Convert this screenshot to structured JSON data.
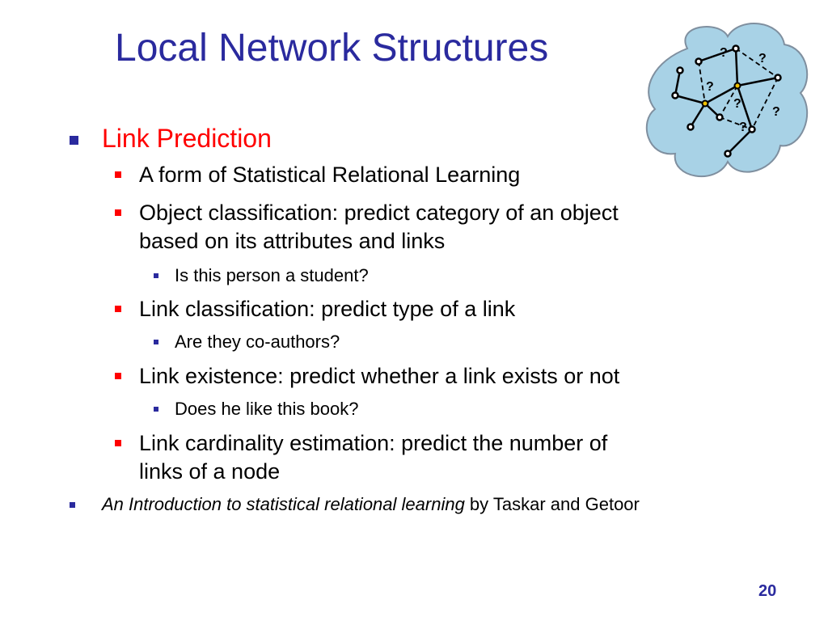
{
  "title": "Local Network Structures",
  "main": {
    "heading": "Link Prediction",
    "items": [
      "A form of Statistical Relational Learning",
      "Object classification: predict category of an object",
      "based on its attributes and links",
      "Is this person a student?",
      "Link classification: predict type of a link",
      "Are they co-authors?",
      "Link existence: predict whether a link exists or not",
      "Does he like this book?",
      "Link cardinality estimation: predict the number of",
      "links of a node"
    ]
  },
  "reference": {
    "title": "An Introduction to statistical relational learning",
    "authors": " by Taskar and Getoor"
  },
  "diagram": {
    "question_mark": "?",
    "cloud_color": "#a8d2e6",
    "node_highlight": "#f2c200"
  },
  "page_number": "20"
}
